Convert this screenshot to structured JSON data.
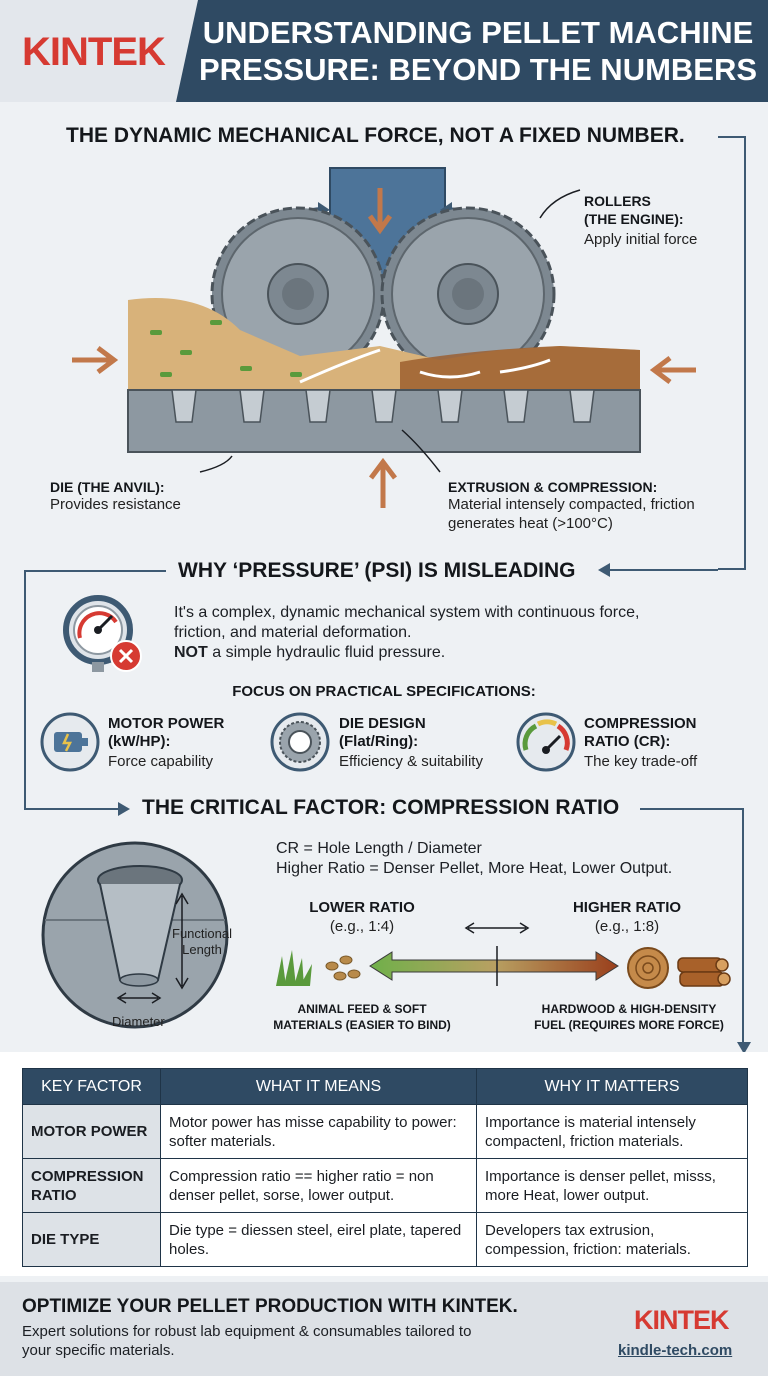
{
  "header": {
    "logo": "KINTEK",
    "title_line1": "UNDERSTANDING PELLET MACHINE",
    "title_line2": "PRESSURE: BEYOND THE NUMBERS"
  },
  "section1": {
    "title": "THE DYNAMIC MECHANICAL FORCE, NOT A FIXED NUMBER.",
    "rollers_title_1": "ROLLERS",
    "rollers_title_2": "(THE ENGINE):",
    "rollers_desc": "Apply initial force",
    "die_title": "DIE (THE ANVIL):",
    "die_desc": "Provides resistance",
    "extrusion_title": "EXTRUSION & COMPRESSION:",
    "extrusion_desc_1": "Material intensely compacted, friction",
    "extrusion_desc_2": "generates heat (>100°C)"
  },
  "section2": {
    "title": "WHY ‘PRESSURE’ (PSI) IS MISLEADING",
    "desc_1": "It's a complex, dynamic mechanical system with continuous force,",
    "desc_2": "friction, and material deformation.",
    "desc_3_bold": "NOT",
    "desc_3_rest": " a simple hydraulic fluid pressure.",
    "focus_title": "FOCUS ON PRACTICAL SPECIFICATIONS:",
    "specs": [
      {
        "title_1": "MOTOR POWER",
        "title_2": "(kW/HP):",
        "desc": "Force capability"
      },
      {
        "title_1": "DIE DESIGN",
        "title_2": "(Flat/Ring):",
        "desc": "Efficiency & suitability"
      },
      {
        "title_1": "COMPRESSION",
        "title_2": "RATIO (CR):",
        "desc": "The key trade-off"
      }
    ]
  },
  "section3": {
    "title": "THE CRITICAL FACTOR: COMPRESSION RATIO",
    "formula": "CR = Hole Length / Diameter",
    "formula_sub": "Higher Ratio = Denser Pellet, More Heat, Lower Output.",
    "functional_1": "Functional",
    "functional_2": "Length",
    "diameter": "Diameter",
    "lower_title": "LOWER RATIO",
    "lower_eg": "(e.g., 1:4)",
    "higher_title": "HIGHER RATIO",
    "higher_eg": "(e.g., 1:8)",
    "lower_caption_1": "ANIMAL FEED & SOFT",
    "lower_caption_2": "MATERIALS (EASIER TO BIND)",
    "higher_caption_1": "HARDWOOD & HIGH-DENSITY",
    "higher_caption_2": "FUEL (REQUIRES MORE FORCE)"
  },
  "table": {
    "headers": [
      "KEY FACTOR",
      "WHAT IT MEANS",
      "WHY IT MATTERS"
    ],
    "rows": [
      {
        "key": "MOTOR POWER",
        "means": "Motor power has misse capability to power: softer materials.",
        "matters": "Importance is material intensely compactenl, friction materials."
      },
      {
        "key": "COMPRESSION RATIO",
        "means": "Compression ratio == higher ratio = non denser pellet, sorse, lower output.",
        "matters": "Importance is denser pellet, misss, more Heat, lower output."
      },
      {
        "key": "DIE TYPE",
        "means": "Die type = diessen steel, eirel plate, tapered holes.",
        "matters": "Developers tax extrusion, compession, friction: materials."
      }
    ]
  },
  "footer": {
    "title": "OPTIMIZE YOUR PELLET PRODUCTION WITH KINTEK.",
    "sub": "Expert solutions for robust lab equipment & consumables tailored to your specific materials.",
    "logo": "KINTEK",
    "url": "kindle-tech.com"
  },
  "colors": {
    "navy": "#2f4a63",
    "brand_red": "#d63a32",
    "die_gray": "#8d98a1",
    "green": "#5a9a3c",
    "brown": "#9a5a2a"
  }
}
